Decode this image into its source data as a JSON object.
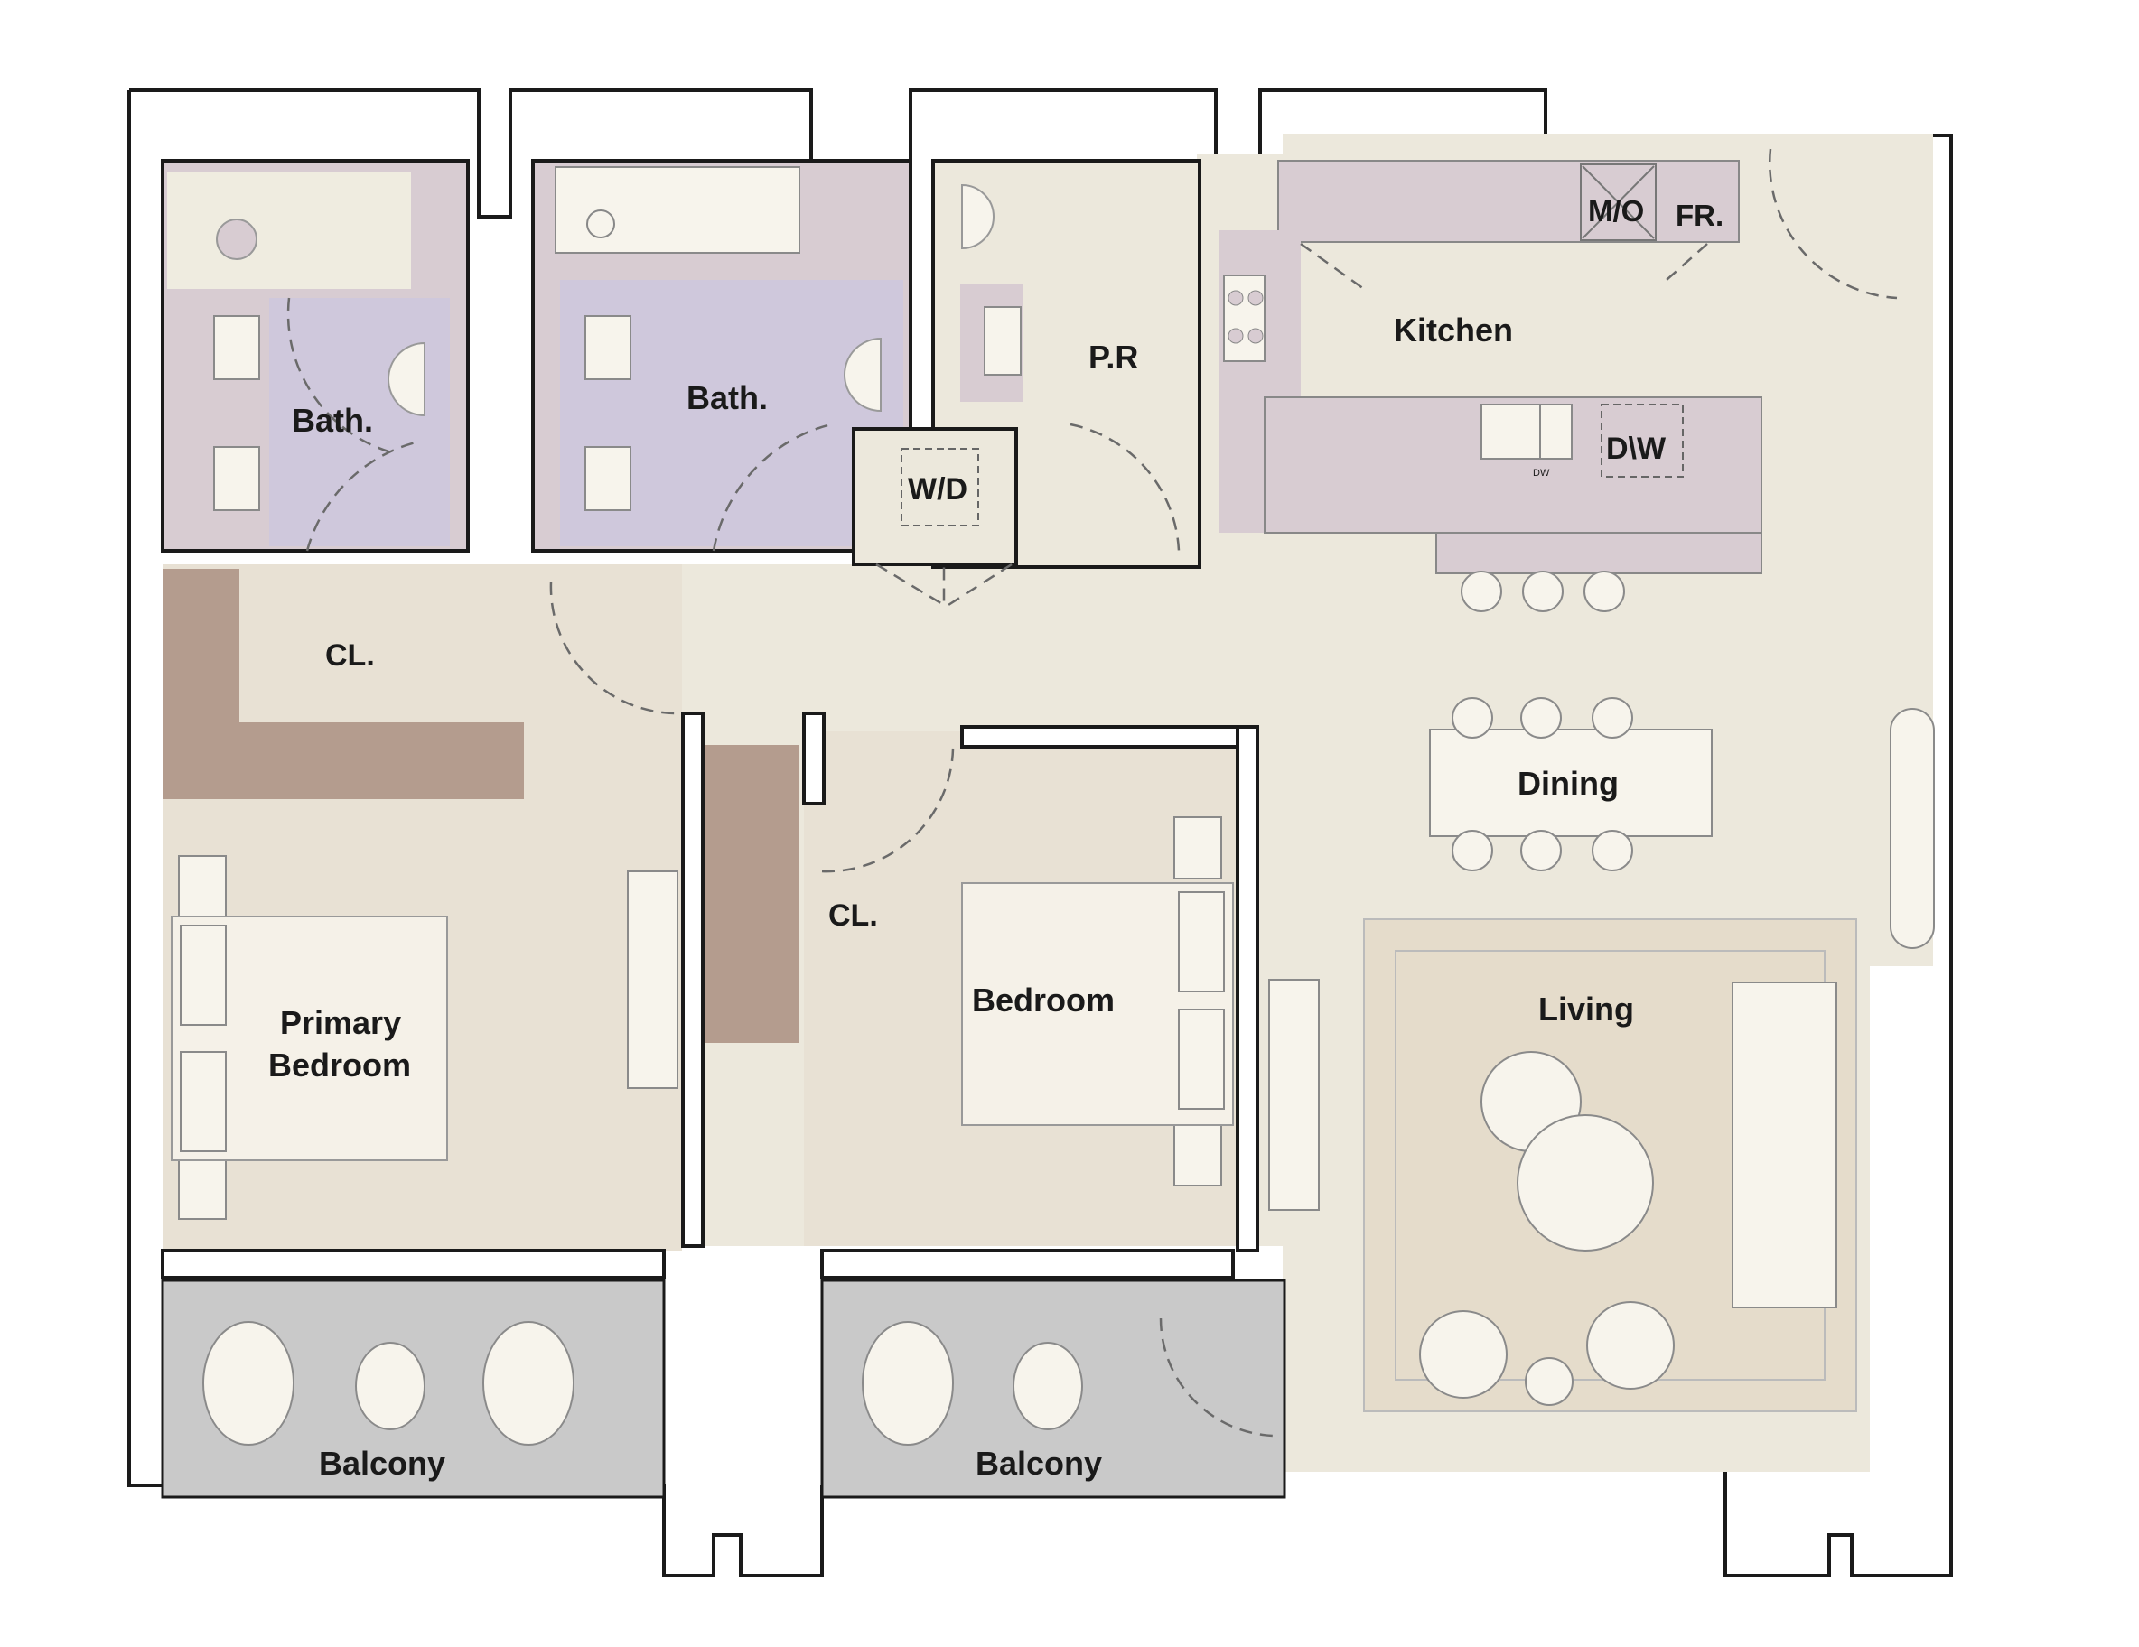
{
  "floorplan": {
    "rooms": {
      "bath1": "Bath.",
      "bath2": "Bath.",
      "wd": "W/D",
      "pr": "P.R",
      "kitchen": "Kitchen",
      "mo": "M/O",
      "fr": "FR.",
      "dw": "D\\W",
      "dw_small": "DW",
      "cl1": "CL.",
      "cl2": "CL.",
      "dining": "Dining",
      "primary1": "Primary",
      "primary2": "Bedroom",
      "bedroom": "Bedroom",
      "living": "Living",
      "balcony1": "Balcony",
      "balcony2": "Balcony"
    },
    "colors": {
      "floor": "#ece8dc",
      "carpet": "#e8e1d4",
      "bath": "#cfc8dc",
      "cabinet": "#d8ccd2",
      "closet": "#b49c8e",
      "balcony": "#c9c9c9",
      "rug": "#e5dccb"
    }
  }
}
